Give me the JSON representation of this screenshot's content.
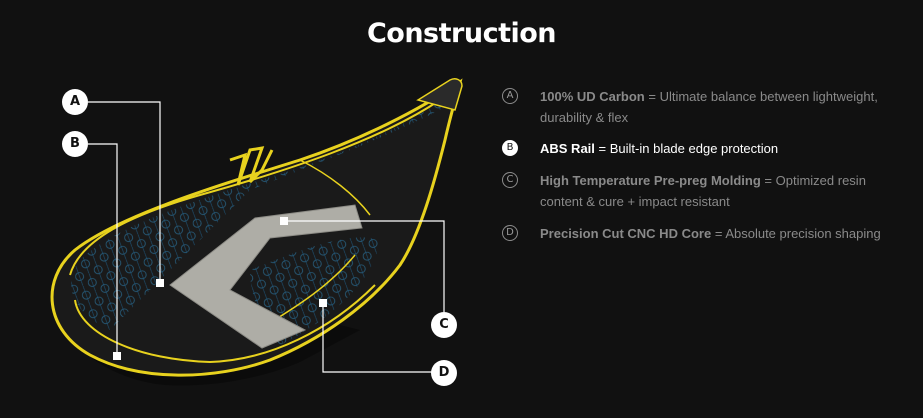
{
  "title": "Construction",
  "specs": [
    {
      "letter": "A",
      "name": "100% UD Carbon",
      "description": "= Ultimate balance between lightweight, durability & flex",
      "active": false
    },
    {
      "letter": "B",
      "name": "ABS Rail",
      "description": "= Built-in blade edge protection",
      "active": true
    },
    {
      "letter": "C",
      "name": "High Temperature Pre-preg Molding",
      "description": "= Optimized resin content & cure +  impact resistant",
      "active": false
    },
    {
      "letter": "D",
      "name": "Precision Cut CNC HD Core",
      "description": "= Absolute precision shaping",
      "active": false
    }
  ],
  "callouts": [
    "A",
    "B",
    "C",
    "D"
  ],
  "colors": {
    "background": "#111111",
    "accent_yellow": "#e8d21e",
    "pattern_blue": "#2f86b8",
    "core_gray": "#aeada6",
    "text_muted": "#8a8a8a"
  }
}
